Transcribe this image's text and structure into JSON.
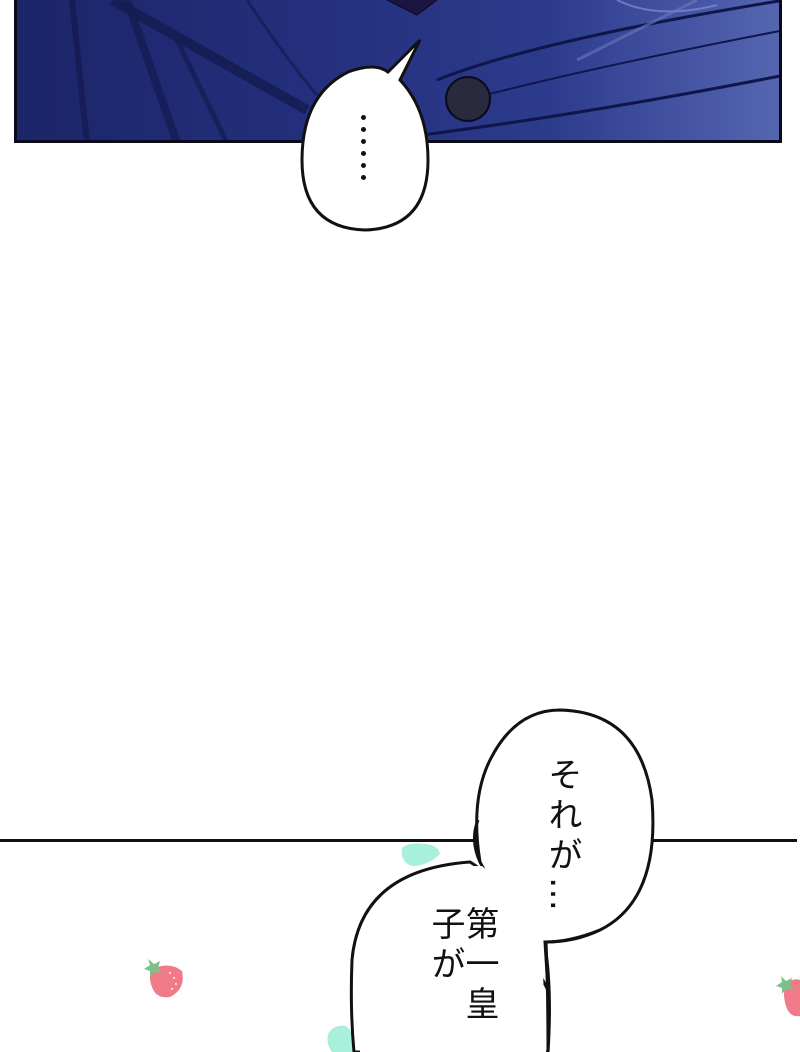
{
  "panels": {
    "top": {
      "description": "dark navy coat panel with round button",
      "colors": {
        "base": "#24307e",
        "highlight": "#5566b0",
        "button": "#2a2a3e",
        "border": "#0a0a1a"
      }
    },
    "bottom": {
      "background": "#ffffff",
      "decorations": [
        "strawberry-icon",
        "strawberry-icon",
        "mint-blob",
        "mint-blob"
      ],
      "colors": {
        "strawberry": "#f07080",
        "leaf": "#7cc08a",
        "mint": "#a8f0dc"
      }
    }
  },
  "bubbles": {
    "silence": {
      "text": "……",
      "dots": 6
    },
    "speech_1": {
      "text": "それが…"
    },
    "speech_2": {
      "text": "第一皇子が"
    }
  }
}
